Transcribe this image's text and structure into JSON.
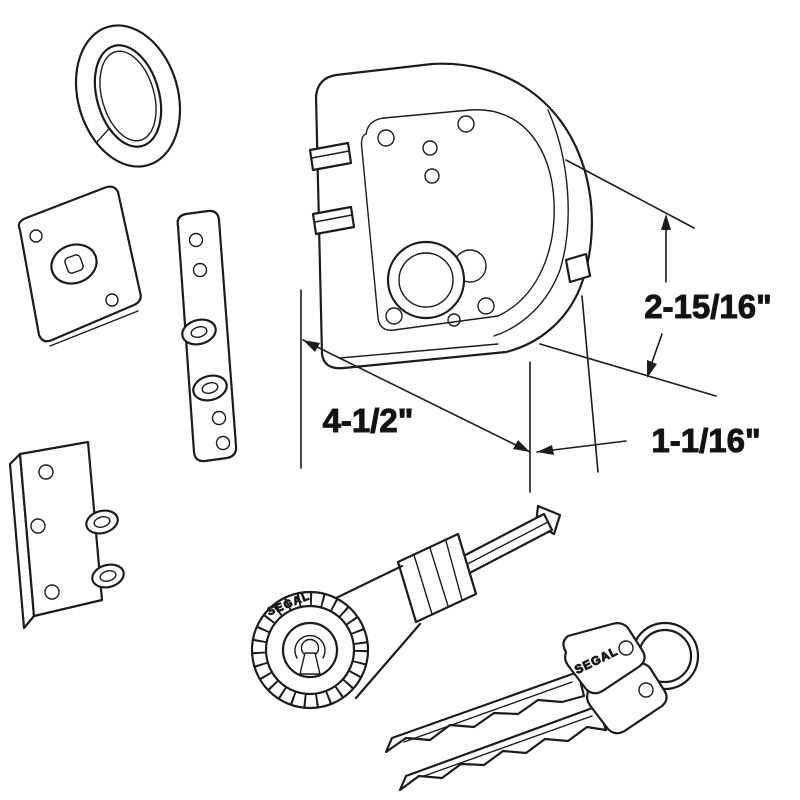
{
  "dimensions": {
    "height": "2-15/16\"",
    "width": "4-1/2\"",
    "depth": "1-1/16\""
  },
  "brand": {
    "cylinder_label": "SEGAL",
    "key_label": "SEGAL"
  },
  "colors": {
    "line": "#1c1c1c",
    "background": "#ffffff",
    "text": "#111111"
  },
  "parts": [
    "trim-ring",
    "mounting-plate",
    "strike-plate",
    "corner-bracket",
    "deadbolt-lock-body",
    "rim-cylinder",
    "tailpiece",
    "key-front",
    "key-back",
    "key-ring"
  ]
}
